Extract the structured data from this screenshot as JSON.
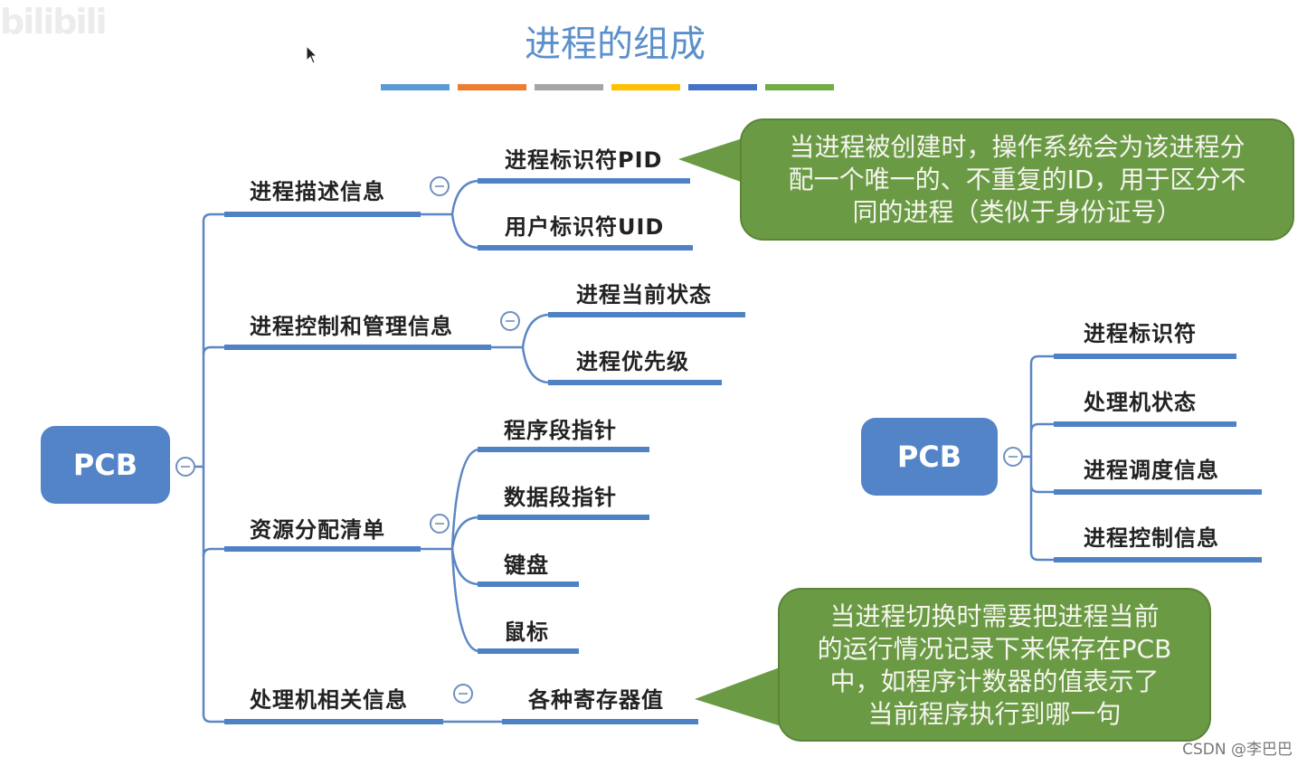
{
  "watermark": "bilibili",
  "title": "进程的组成",
  "title_color": "#5b8fcb",
  "divider_colors": [
    "#5b9bd5",
    "#ed7d31",
    "#a5a5a5",
    "#ffc000",
    "#4472c4",
    "#70ad47"
  ],
  "left_map": {
    "root": "PCB",
    "branches": [
      {
        "label": "进程描述信息",
        "children": [
          "进程标识符PID",
          "用户标识符UID"
        ]
      },
      {
        "label": "进程控制和管理信息",
        "children": [
          "进程当前状态",
          "进程优先级"
        ]
      },
      {
        "label": "资源分配清单",
        "children": [
          "程序段指针",
          "数据段指针",
          "键盘",
          "鼠标"
        ]
      },
      {
        "label": "处理机相关信息",
        "children": [
          "各种寄存器值"
        ]
      }
    ]
  },
  "right_map": {
    "root": "PCB",
    "children": [
      "进程标识符",
      "处理机状态",
      "进程调度信息",
      "进程控制信息"
    ]
  },
  "callouts": [
    {
      "lines": [
        "当进程被创建时，操作系统会为该进程分",
        "配一个唯一的、不重复的ID，用于区分不",
        "同的进程（类似于身份证号）"
      ]
    },
    {
      "lines": [
        "当进程切换时需要把进程当前",
        "的运行情况记录下来保存在PCB",
        "中，如程序计数器的值表示了",
        "当前程序执行到哪一句"
      ]
    }
  ],
  "callout_color": "#6b9a45",
  "credit": "CSDN @李巴巴"
}
